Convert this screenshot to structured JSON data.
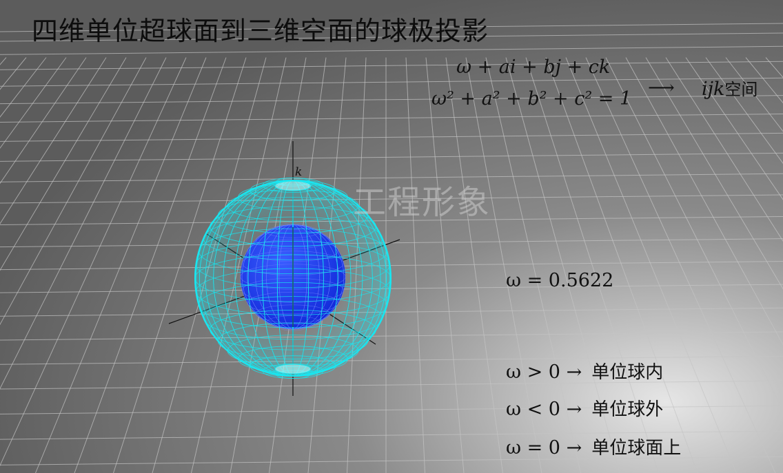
{
  "title": "四维单位超球面到三维空面的球极投影",
  "formula": {
    "line1": "ω + ai + bj + ck",
    "line2": "ω² + a² + b² + c² = 1",
    "arrow": "⟶",
    "target_vars": "ijk",
    "target_word": "空间"
  },
  "omega_value": "ω = 0.5622",
  "rules": [
    {
      "condition": "ω > 0 →",
      "result": "单位球内"
    },
    {
      "condition": "ω < 0 →",
      "result": "单位球外"
    },
    {
      "condition": "ω = 0 →",
      "result": "单位球面上"
    }
  ],
  "axis_label_k": "k",
  "watermark": "工程形象",
  "colors": {
    "background": "#6e6e6e",
    "grid_line": "#c4c4c4",
    "wire_sphere": "#19e6f0",
    "inner_sphere": "#1a3cf5",
    "axes": "#111111"
  }
}
